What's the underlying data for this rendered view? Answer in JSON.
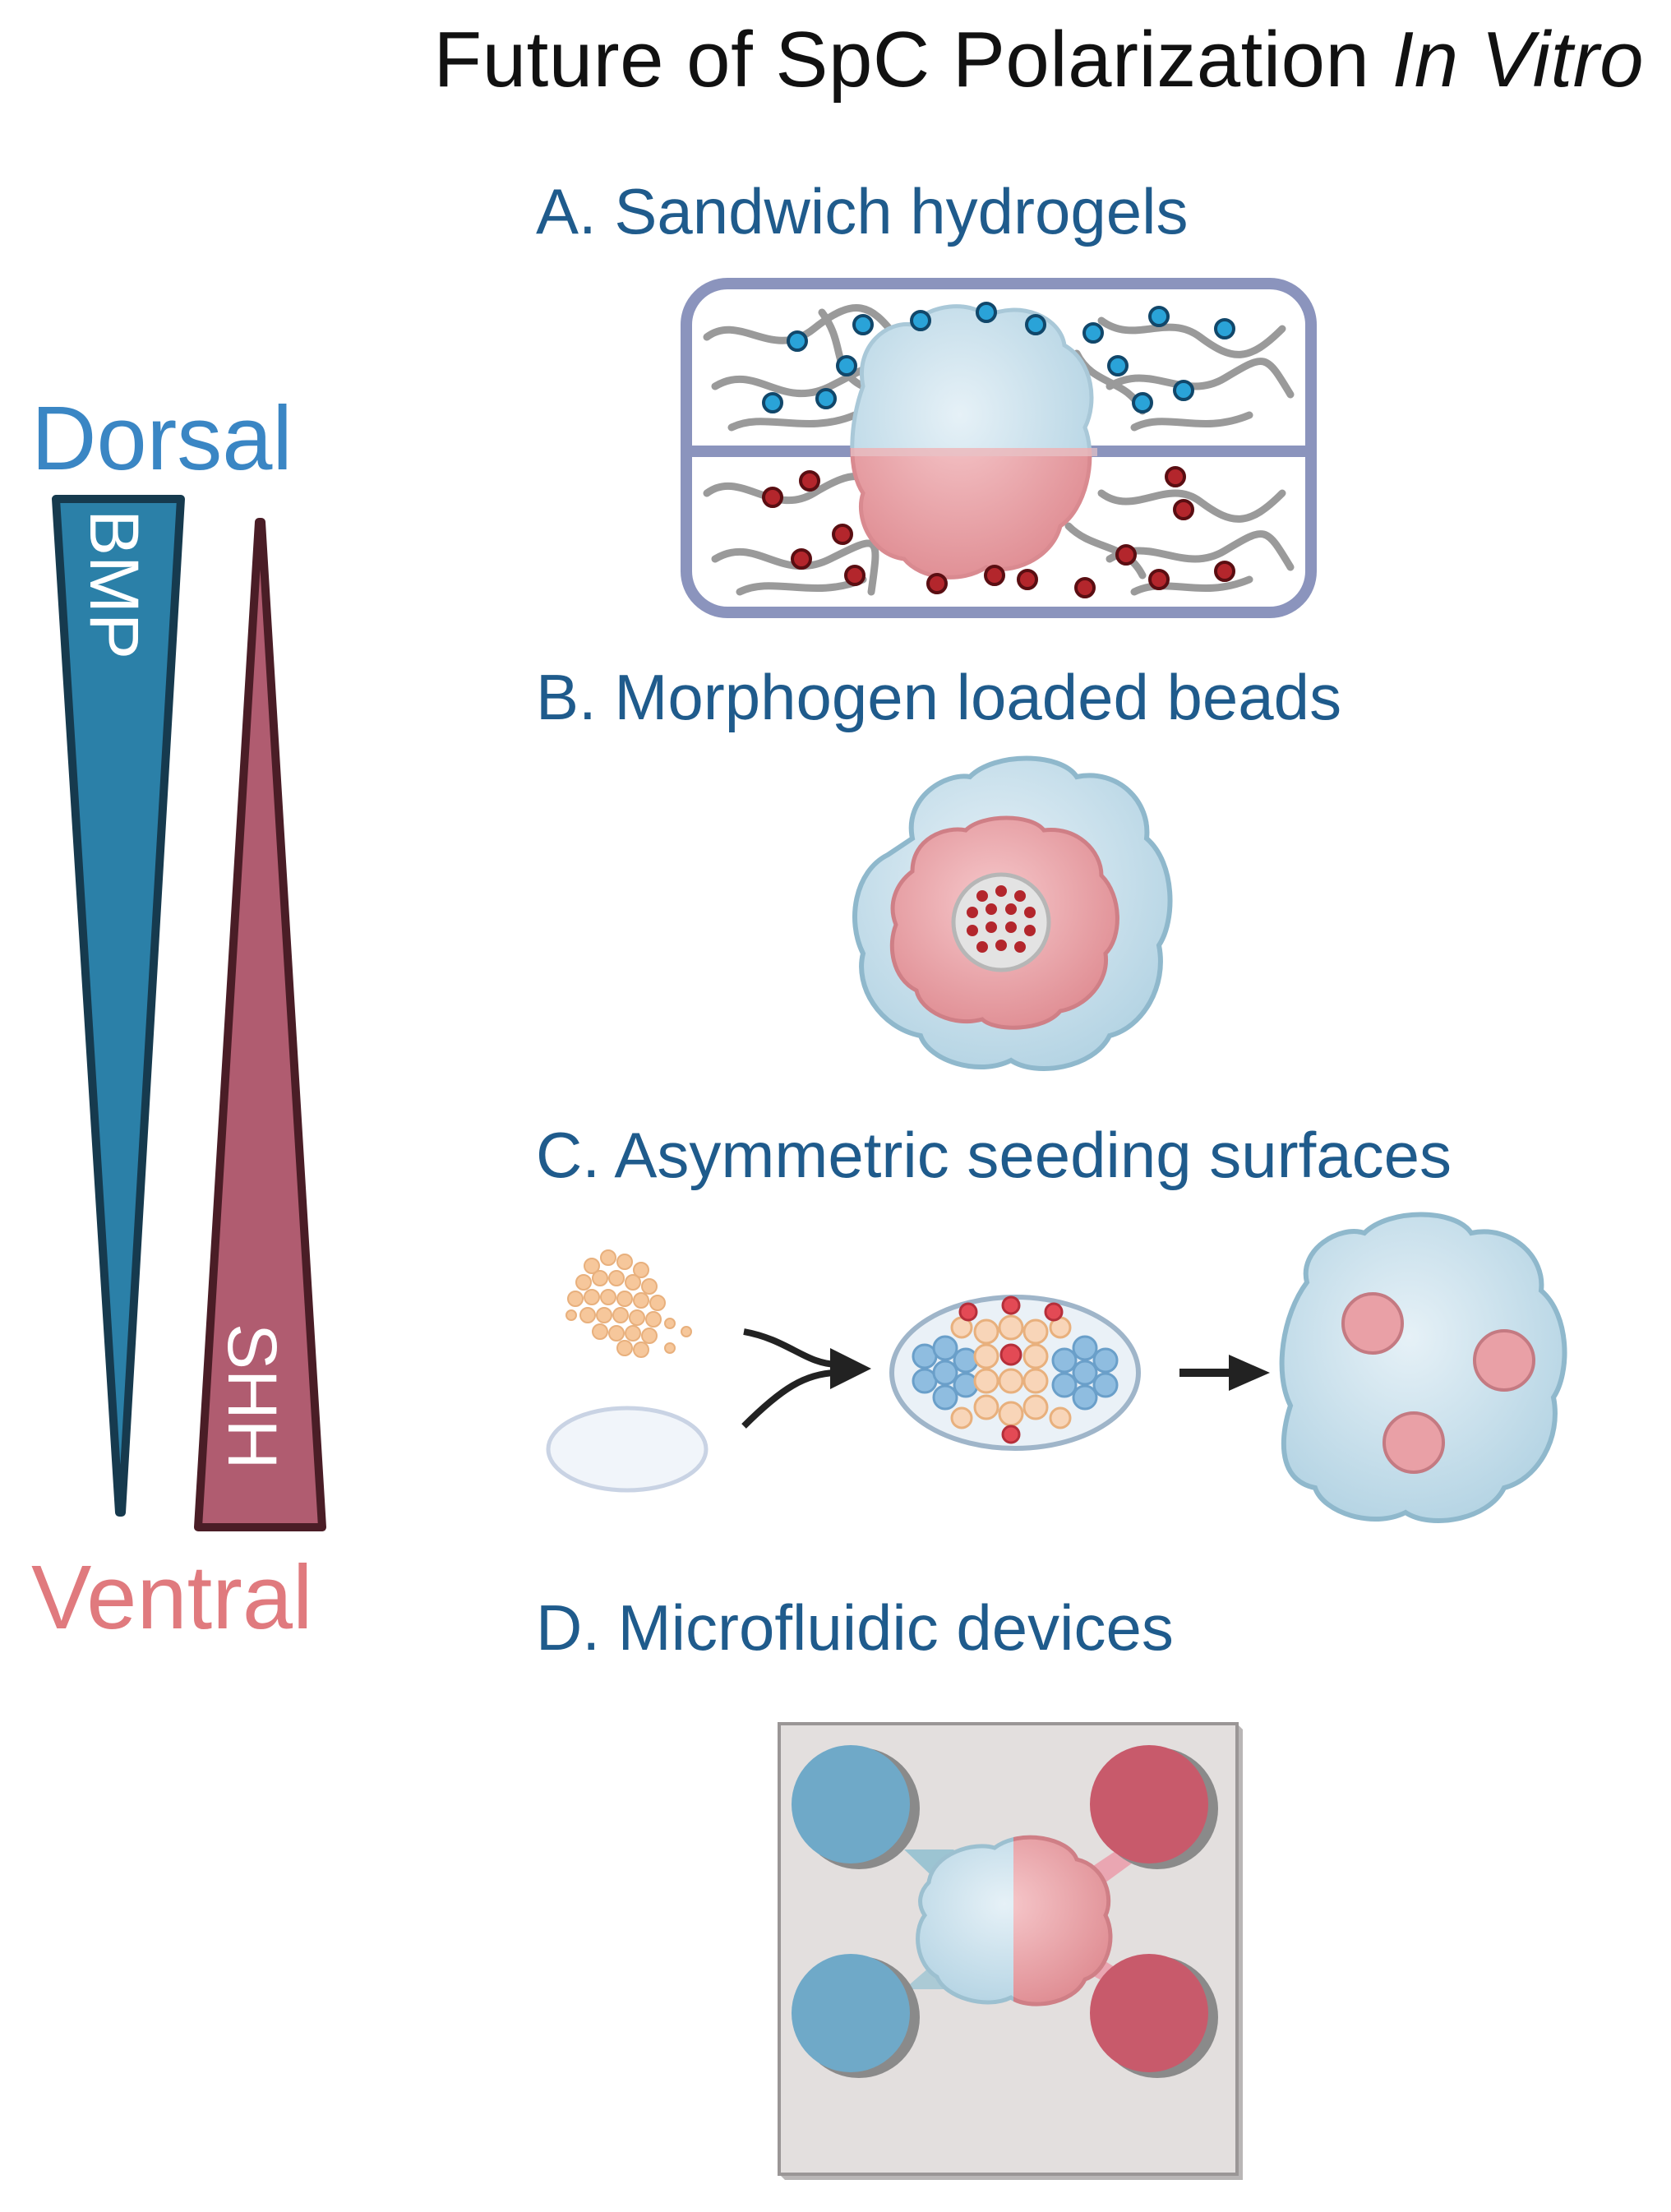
{
  "title": {
    "main": "Future of SpC  Polarization",
    "italic": "In Vitro"
  },
  "gradient": {
    "dorsal": "Dorsal",
    "ventral": "Ventral",
    "bmp": "BMP",
    "shh": "SHH",
    "colors": {
      "dorsal": "#3a86c4",
      "ventral": "#e07a7e",
      "bmp": "#2b80a8",
      "shh": "#b05c70"
    }
  },
  "panels": {
    "a": {
      "label": "A. Sandwich hydrogels"
    },
    "b": {
      "label": "B. Morphogen loaded beads"
    },
    "c": {
      "label": "C. Asymmetric seeding surfaces"
    },
    "d": {
      "label": "D. Microfluidic devices"
    }
  },
  "colors": {
    "label": "#1f5b8c",
    "blue_tissue": "#c7dfea",
    "pink_tissue": "#e9a3a8",
    "blue_bead": "#2aa3d8",
    "red_bead": "#b3262c"
  }
}
